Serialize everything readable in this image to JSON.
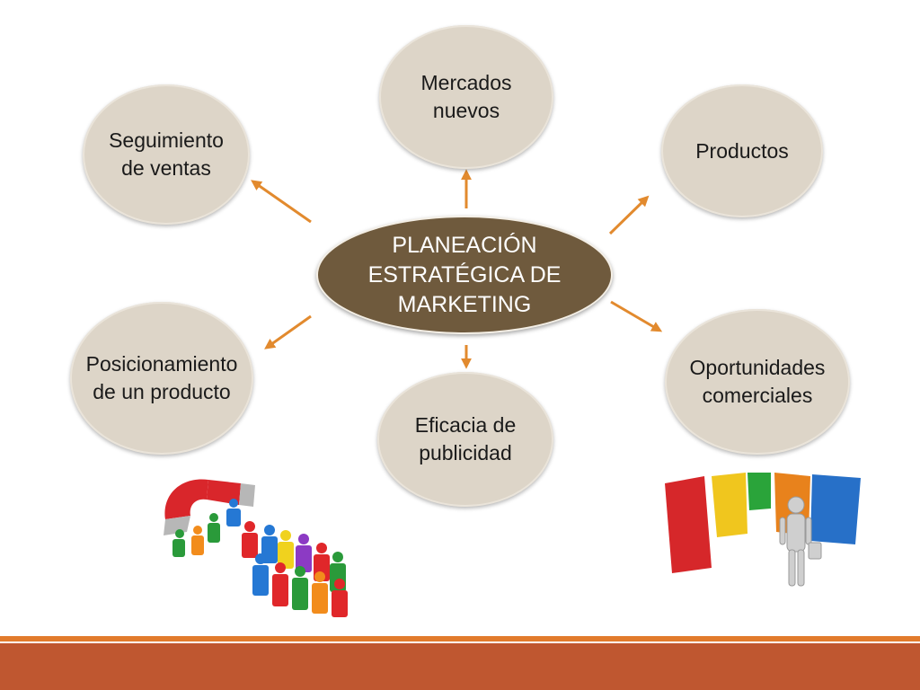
{
  "center": {
    "label": "PLANEACIÓN\nESTRATÉGICA DE\nMARKETING",
    "fill": "#6f5a3d"
  },
  "nodes": [
    {
      "id": "mercados-nuevos",
      "label": "Mercados\nnuevos"
    },
    {
      "id": "productos",
      "label": "Productos"
    },
    {
      "id": "oportunidades-comerciales",
      "label": "Oportunidades\ncomerciales"
    },
    {
      "id": "eficacia-de-publicidad",
      "label": "Eficacia de\npublicidad"
    },
    {
      "id": "posicionamiento-de-un-producto",
      "label": "Posicionamiento\nde un producto"
    },
    {
      "id": "seguimiento-de-ventas",
      "label": "Seguimiento\nde ventas"
    }
  ],
  "colors": {
    "node_fill": "#ddd5c8",
    "arrow": "#e28a2e",
    "footer_line": "#e27b2c",
    "footer_bar": "#bf5730"
  },
  "illustrations": [
    {
      "name": "magnet-attracting-people-illustration"
    },
    {
      "name": "person-choosing-colored-doors-illustration"
    }
  ]
}
